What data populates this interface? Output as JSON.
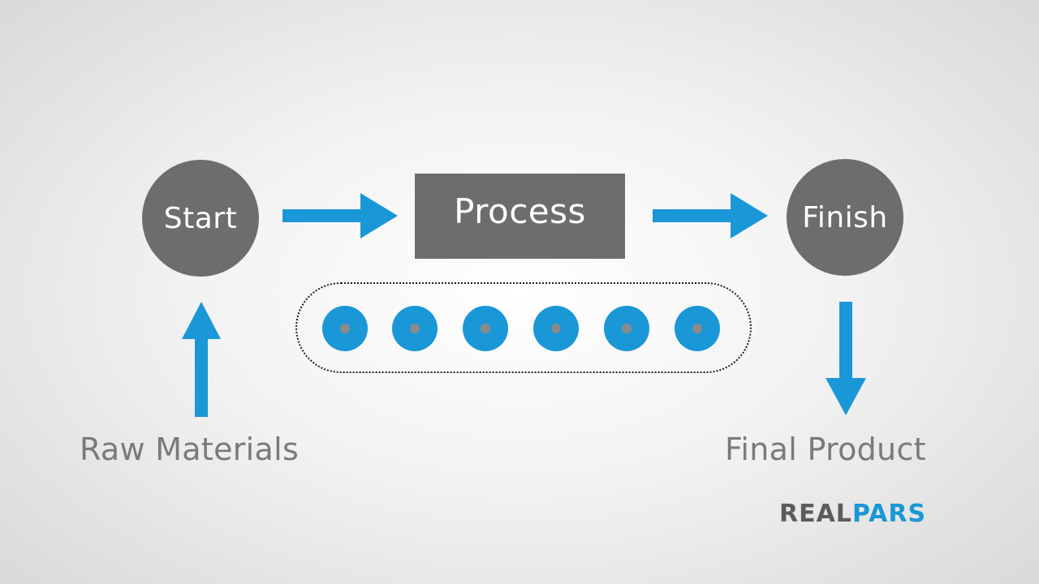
{
  "nodes": {
    "start": "Start",
    "process": "Process",
    "finish": "Finish"
  },
  "labels": {
    "input": "Raw Materials",
    "output": "Final Product"
  },
  "conveyor": {
    "roller_count": 6
  },
  "logo": {
    "part1": "REAL",
    "part2": "PARS"
  },
  "colors": {
    "node_fill": "#6d6d6d",
    "arrow": "#1a97d6",
    "label_text": "#7a7a7a",
    "logo_primary": "#5c5c5c",
    "logo_accent": "#1a97d6"
  }
}
